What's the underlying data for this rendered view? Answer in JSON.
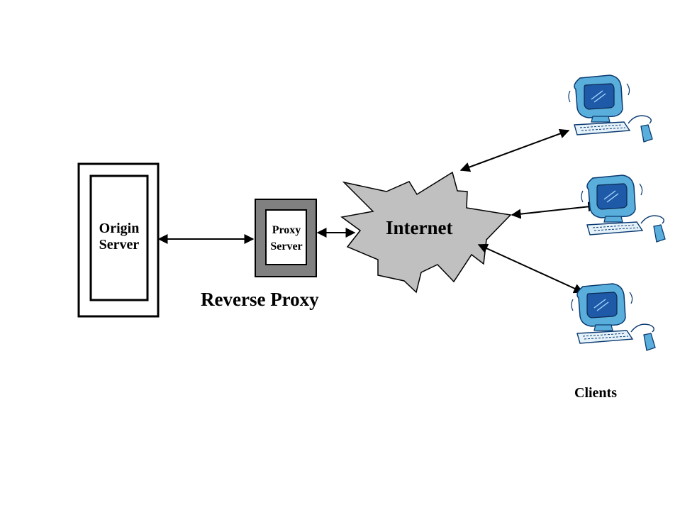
{
  "diagram": {
    "origin_server": {
      "line1": "Origin",
      "line2": "Server"
    },
    "proxy_server": {
      "line1": "Proxy",
      "line2": "Server"
    },
    "internet": {
      "label": "Internet"
    },
    "reverse_proxy": {
      "label": "Reverse Proxy"
    },
    "clients": {
      "label": "Clients"
    }
  },
  "colors": {
    "proxy_frame": "#808080",
    "cloud_fill": "#c0c0c0",
    "computer_blue": "#5aaedc",
    "screen_blue": "#1e5aa8"
  },
  "icons": [
    "computer-icon",
    "computer-icon",
    "computer-icon"
  ]
}
